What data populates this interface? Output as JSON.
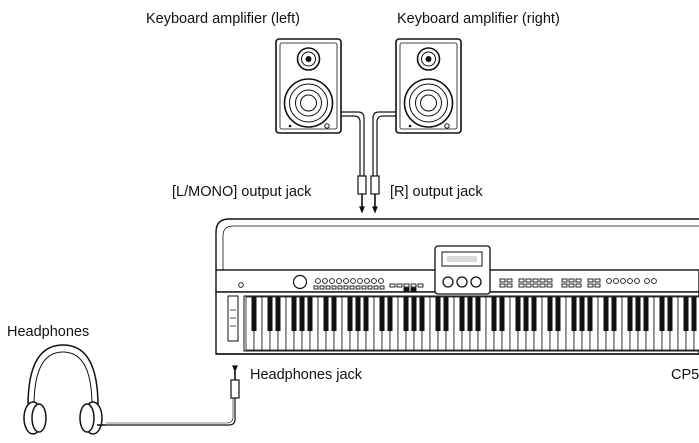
{
  "labels": {
    "amp_left": "Keyboard amplifier (left)",
    "amp_right": "Keyboard amplifier (right)",
    "out_left": "[L/MONO] output jack",
    "out_right": "[R] output jack",
    "headphones": "Headphones",
    "headphones_jack": "Headphones jack",
    "model_partial": "CP5"
  },
  "colors": {
    "line": "#111111",
    "panel_gray": "#d9d9d9",
    "fill": "#ffffff",
    "key_black": "#111111"
  }
}
